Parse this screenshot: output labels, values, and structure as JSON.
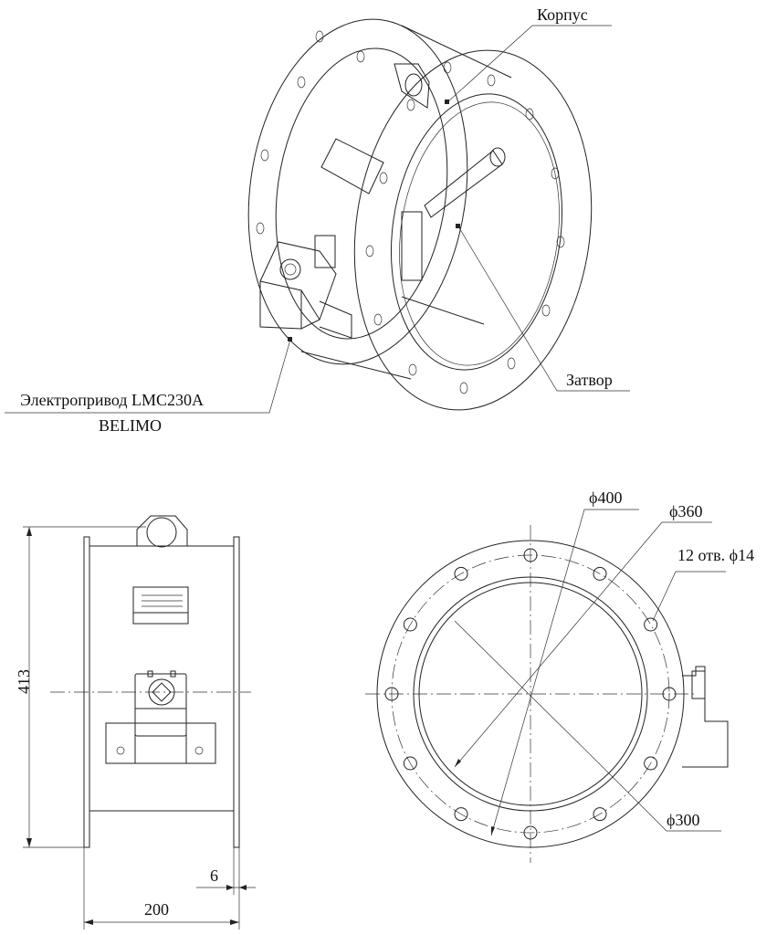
{
  "labels": {
    "body": "Корпус",
    "damper": "Затвор",
    "actuator_line1": "Электропривод LMC230A",
    "actuator_line2": "BELIMO"
  },
  "dimensions": {
    "outer_diameter": "ϕ400",
    "bolt_circle": "ϕ360",
    "holes": "12 отв. ϕ14",
    "inner_diameter": "ϕ300",
    "height": "413",
    "flange_thickness": "6",
    "length": "200"
  },
  "colors": {
    "line": "#222222",
    "background": "#ffffff"
  }
}
